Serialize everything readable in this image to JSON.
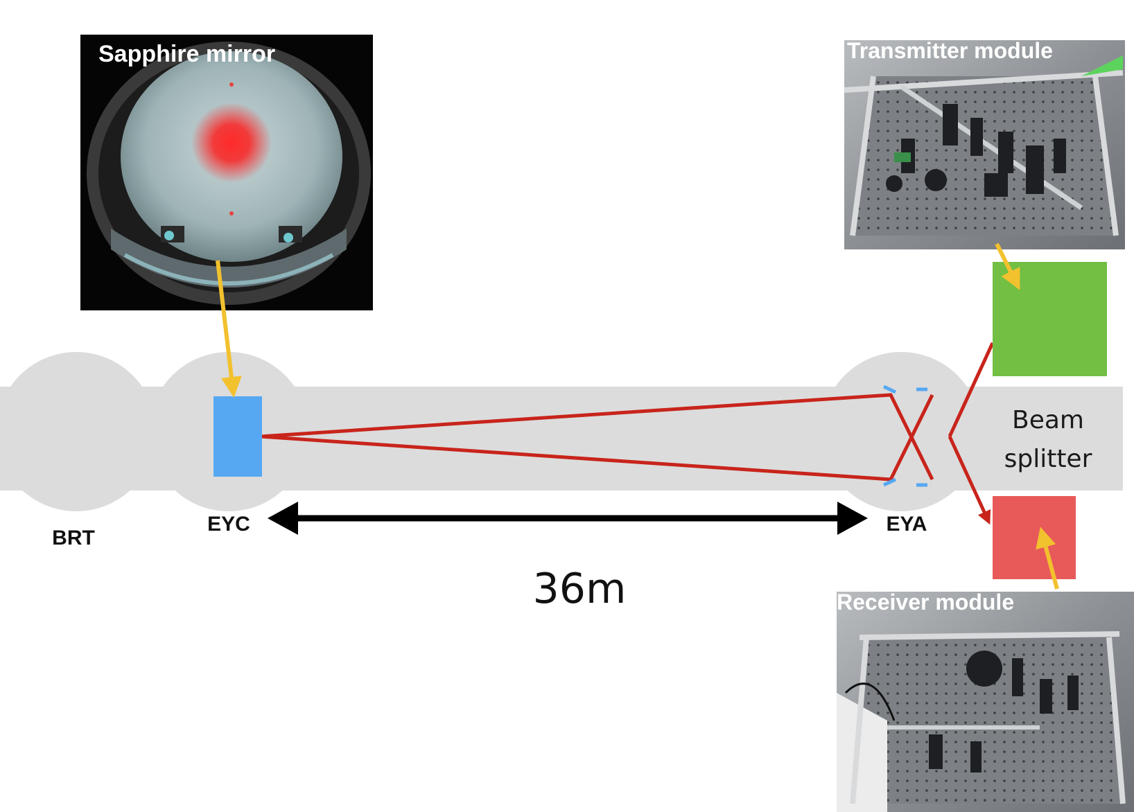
{
  "labels": {
    "sapphire_mirror": "Sapphire mirror",
    "transmitter_module": "Transmitter module",
    "receiver_module": "Receiver module",
    "beam_splitter_line1": "Beam",
    "beam_splitter_line2": "splitter",
    "brt": "BRT",
    "eyc": "EYC",
    "eya": "EYA",
    "distance": "36m"
  },
  "colors": {
    "chamber_gray": "#dcdcdc",
    "beam_red": "#c8241b",
    "mirror_blue": "#56a8f2",
    "transmitter_green": "#72bf44",
    "receiver_red": "#e85a5a",
    "pointer_yellow": "#f2c12e",
    "arrow_black": "#000000"
  }
}
